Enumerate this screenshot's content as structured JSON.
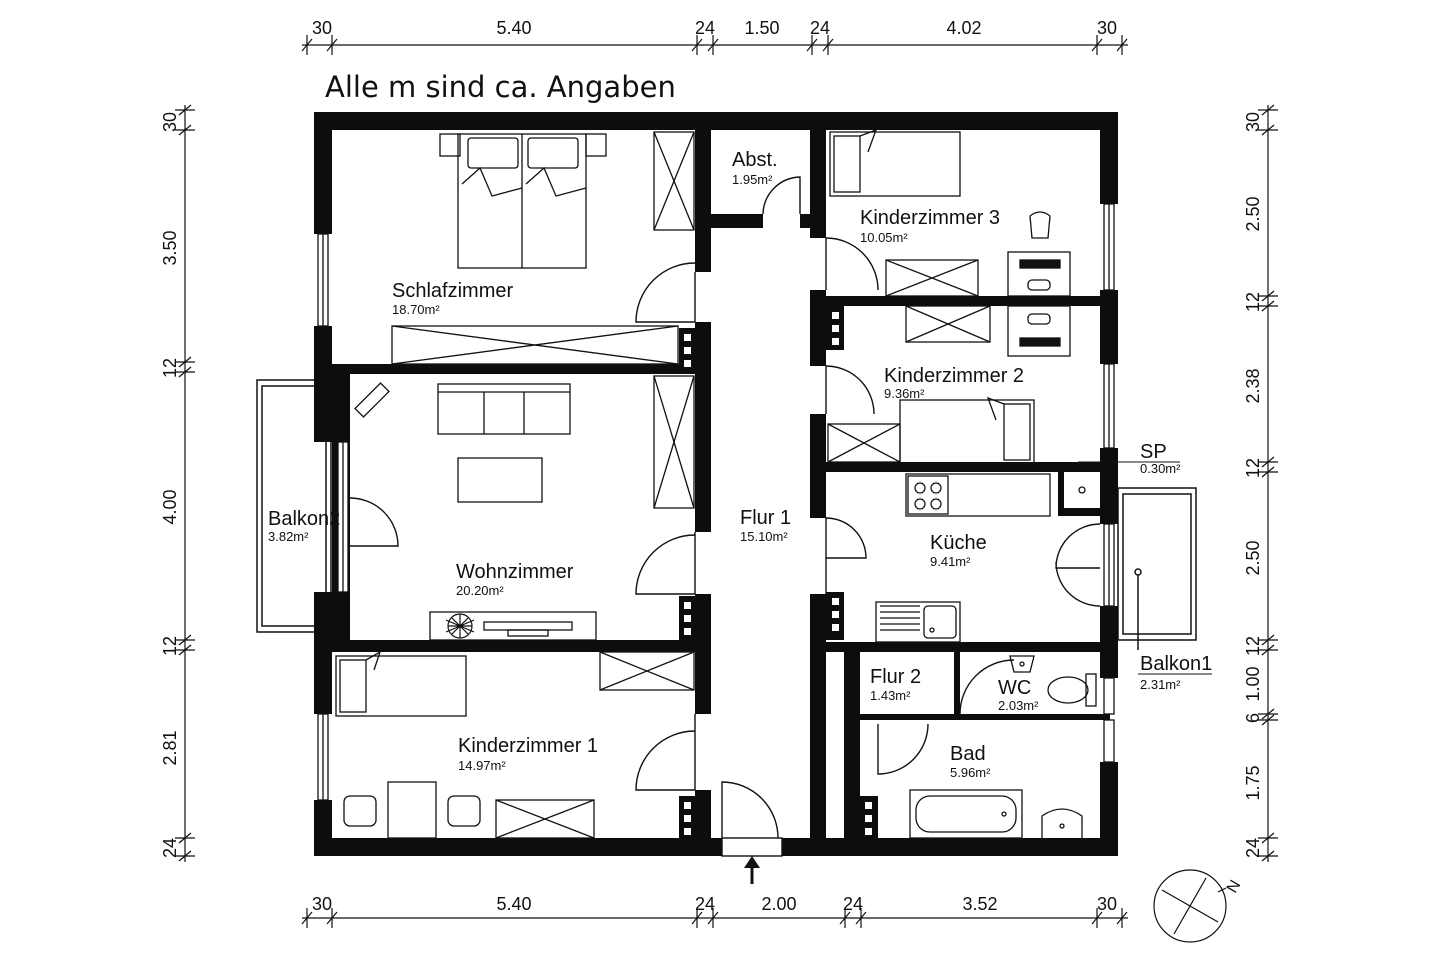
{
  "note": "Alle m sind ca. Angaben",
  "rooms": {
    "schlafzimmer": {
      "name": "Schlafzimmer",
      "area": "18.70m²"
    },
    "abst": {
      "name": "Abst.",
      "area": "1.95m²"
    },
    "kinderzimmer3": {
      "name": "Kinderzimmer 3",
      "area": "10.05m²"
    },
    "kinderzimmer2": {
      "name": "Kinderzimmer 2",
      "area": "9.36m²"
    },
    "sp": {
      "name": "SP",
      "area": "0.30m²"
    },
    "balkon2": {
      "name": "Balkon2",
      "area": "3.82m²"
    },
    "wohnzimmer": {
      "name": "Wohnzimmer",
      "area": "20.20m²"
    },
    "flur1": {
      "name": "Flur 1",
      "area": "15.10m²"
    },
    "kueche": {
      "name": "Küche",
      "area": "9.41m²"
    },
    "flur2": {
      "name": "Flur 2",
      "area": "1.43m²"
    },
    "wc": {
      "name": "WC",
      "area": "2.03m²"
    },
    "balkon1": {
      "name": "Balkon1",
      "area": "2.31m²"
    },
    "kinderzimmer1": {
      "name": "Kinderzimmer 1",
      "area": "14.97m²"
    },
    "bad": {
      "name": "Bad",
      "area": "5.96m²"
    }
  },
  "dimensions": {
    "top": [
      "30",
      "5.40",
      "24",
      "1.50",
      "24",
      "4.02",
      "30"
    ],
    "bottom": [
      "30",
      "5.40",
      "24",
      "2.00",
      "24",
      "3.52",
      "30"
    ],
    "left": [
      "30",
      "3.50",
      "12",
      "4.00",
      "12",
      "2.81",
      "24"
    ],
    "right": [
      "30",
      "2.50",
      "12",
      "2.38",
      "12",
      "2.50",
      "12",
      "1.00",
      "6",
      "1.75",
      "24"
    ]
  },
  "compass": {
    "label": "N"
  }
}
